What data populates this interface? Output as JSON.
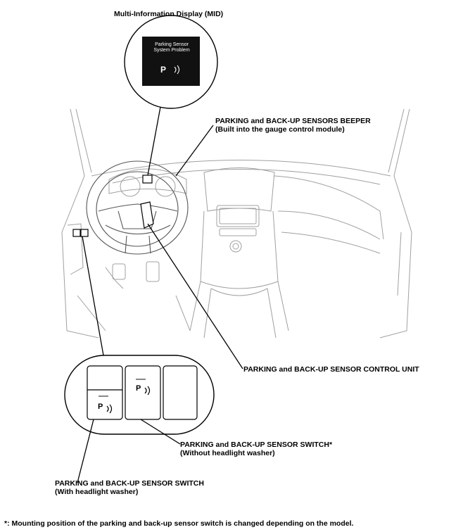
{
  "mid_title": "Multi-Information Display (MID)",
  "mid_screen": {
    "line1": "Parking Sensor",
    "line2": "System Problem",
    "indicator": "P"
  },
  "beeper": {
    "line1": "PARKING and BACK-UP SENSORS BEEPER",
    "line2": "(Built into the gauge control module)"
  },
  "control_unit": "PARKING and BACK-UP SENSOR CONTROL UNIT",
  "switch_without": {
    "line1": "PARKING and BACK-UP SENSOR SWITCH*",
    "line2": "(Without headlight washer)"
  },
  "switch_with": {
    "line1": "PARKING and BACK-UP SENSOR SWITCH",
    "line2": "(With headlight washer)"
  },
  "switch_indicator": "P",
  "footnote": "*: Mounting position of the parking and back-up sensor switch is changed depending on the model.",
  "colors": {
    "line": "#000000",
    "drawing": "#9a9a9a",
    "screen": "#111111"
  }
}
